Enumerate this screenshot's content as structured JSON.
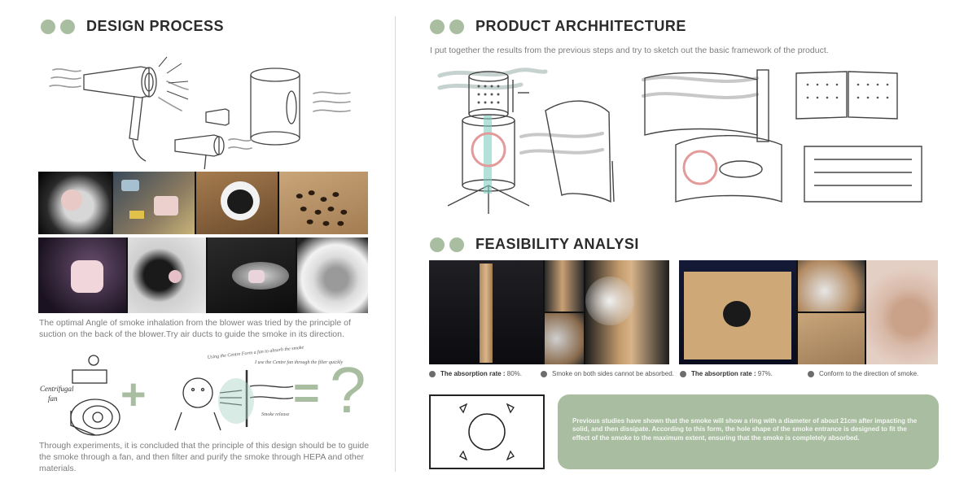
{
  "left": {
    "design_process": {
      "title": "DESIGN PROCESS",
      "text1": "The optimal Angle of smoke inhalation from the blower was tried by the principle of suction on the back of the blower.Try air ducts to guide the smoke in its direction.",
      "text2": "Through experiments, it is concluded that the principle of this design should be to guide the smoke through a fan, and then filter and purify the smoke through HEPA and other materials.",
      "sketch_labels": {
        "centrifugal": "Centrifugal",
        "fan": "fan",
        "guide_note": "Using the Centre Form a fan to absorb the smoke",
        "second_note": "I use the Centre fan through the filter quickly",
        "bottom_note": "Smoke release"
      },
      "symbols": {
        "plus": "+",
        "equals": "=",
        "question": "?"
      }
    }
  },
  "right": {
    "product_architecture": {
      "title": "PRODUCT ARCHHITECTURE",
      "intro": "I put together the results from the previous steps and try to sketch out the basic framework of the product."
    },
    "feasibility": {
      "title": "FEASIBILITY ANALYSI",
      "captions": [
        {
          "bold": "The absorption rate :",
          "value": " 80%."
        },
        {
          "bold": "",
          "value": "Smoke on both sides cannot be absorbed."
        },
        {
          "bold": "The absorption rate :",
          "value": " 97%."
        },
        {
          "bold": "",
          "value": "Conform to the direction of smoke."
        }
      ],
      "note": "Previous studies have shown that the smoke will show a ring with a diameter of about 21cm after impacting the solid, and then dissipate. According to this form, the hole shape of the smoke entrance is designed to fit the effect of the smoke to the maximum extent, ensuring that the smoke is completely absorbed."
    }
  },
  "colors": {
    "accent": "#a9bea0",
    "heading": "#2b2b2b",
    "muted_text": "#7d7d7d"
  }
}
